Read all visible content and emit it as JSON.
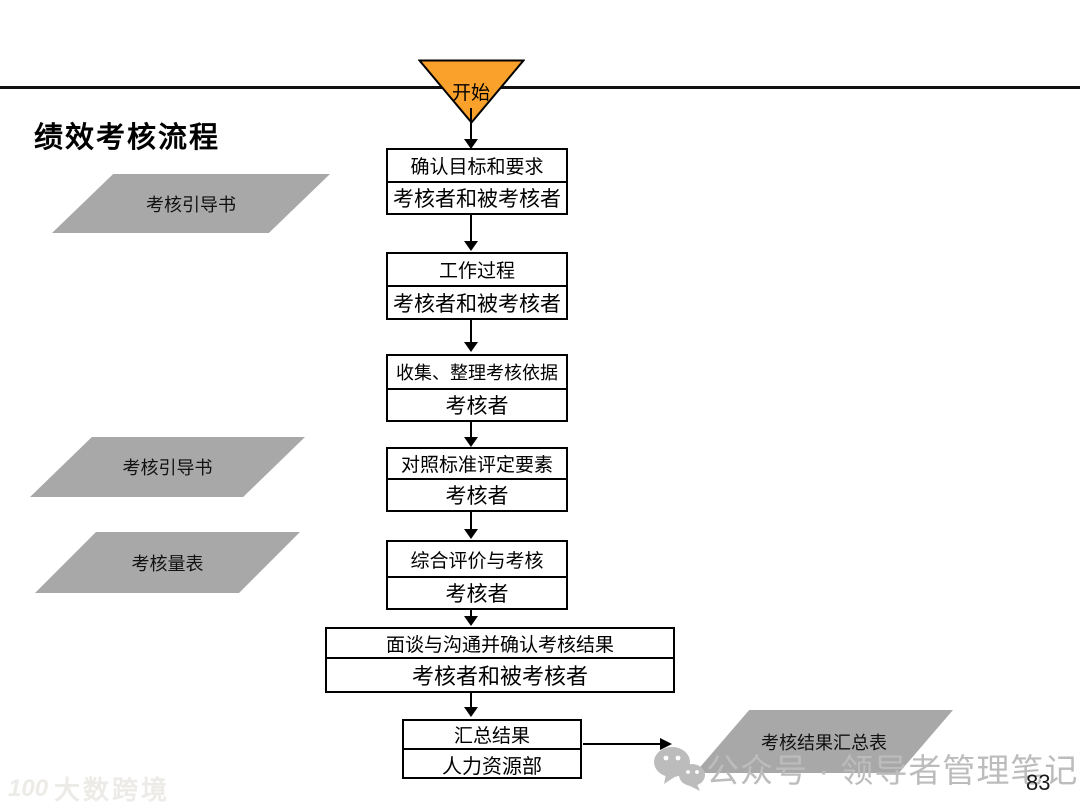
{
  "page": {
    "title": "绩效考核流程",
    "number": "83"
  },
  "start": {
    "label": "开始"
  },
  "flow": {
    "steps": [
      {
        "title": "确认目标和要求",
        "owner": "考核者和被考核者"
      },
      {
        "title": "工作过程",
        "owner": "考核者和被考核者"
      },
      {
        "title": "收集、整理考核依据",
        "owner": "考核者"
      },
      {
        "title": "对照标准评定要素",
        "owner": "考核者"
      },
      {
        "title": "综合评价与考核",
        "owner": "考核者"
      },
      {
        "title": "面谈与沟通并确认考核结果",
        "owner": "考核者和被考核者"
      },
      {
        "title": "汇总结果",
        "owner": "人力资源部"
      }
    ]
  },
  "documents": {
    "left": [
      "考核引导书",
      "考核引导书",
      "考核量表"
    ],
    "right": "考核结果汇总表"
  },
  "watermarks": {
    "left_logo": "100",
    "left_text": "大数跨境",
    "right_text": "公众号 · 领导者管理笔记"
  },
  "colors": {
    "start_fill": "#F9A12B",
    "doc_fill": "#A8A8A8",
    "watermark_gray": "#BCBCBC",
    "line_black": "#000000"
  }
}
